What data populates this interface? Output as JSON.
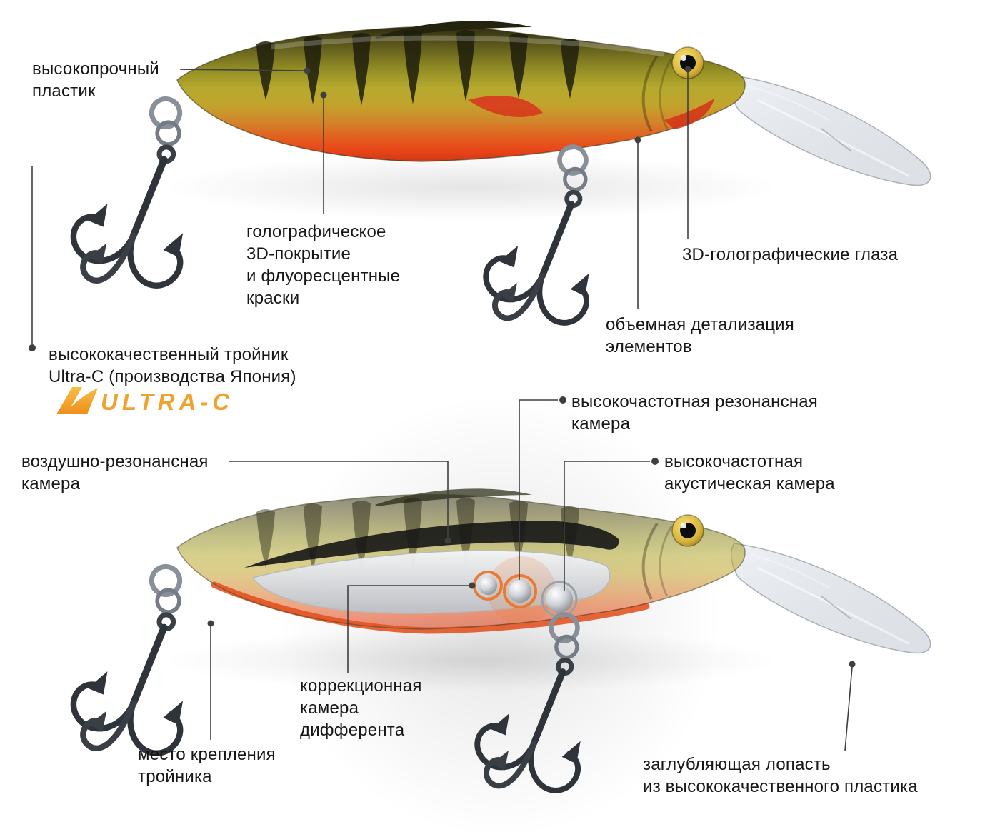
{
  "brand": {
    "logo_text": "ULTRA-C"
  },
  "colors": {
    "accent": "#F0A230",
    "label_text": "#161616",
    "callout_line": "#3F3F3F",
    "body_gold": "#B5A92E",
    "body_orange": "#E2511E",
    "lip_gray": "#C8CDD4"
  },
  "callouts": {
    "plastic": {
      "text": "высокопрочный\nпластик"
    },
    "holographic": {
      "text": "голографическое\n3D-покрытие\nи флуоресцентные\nкраски"
    },
    "eyes": {
      "text": "3D-голографические глаза"
    },
    "detail": {
      "text": "объемная детализация\nэлементов"
    },
    "hook_quality": {
      "text": "высококачественный тройник\nUltra-C (производства Япония)"
    },
    "resonance": {
      "text": "высокочастотная резонансная\nкамера"
    },
    "air": {
      "text": "воздушно-резонансная\nкамера"
    },
    "acoustic": {
      "text": "высокочастотная\nакустическая камера"
    },
    "correction": {
      "text": "коррекционная\nкамера\nдифферента"
    },
    "mount": {
      "text": "место крепления\nтройника"
    },
    "lip": {
      "text": "заглубляющая лопасть\nиз высококачественного пластика"
    }
  }
}
